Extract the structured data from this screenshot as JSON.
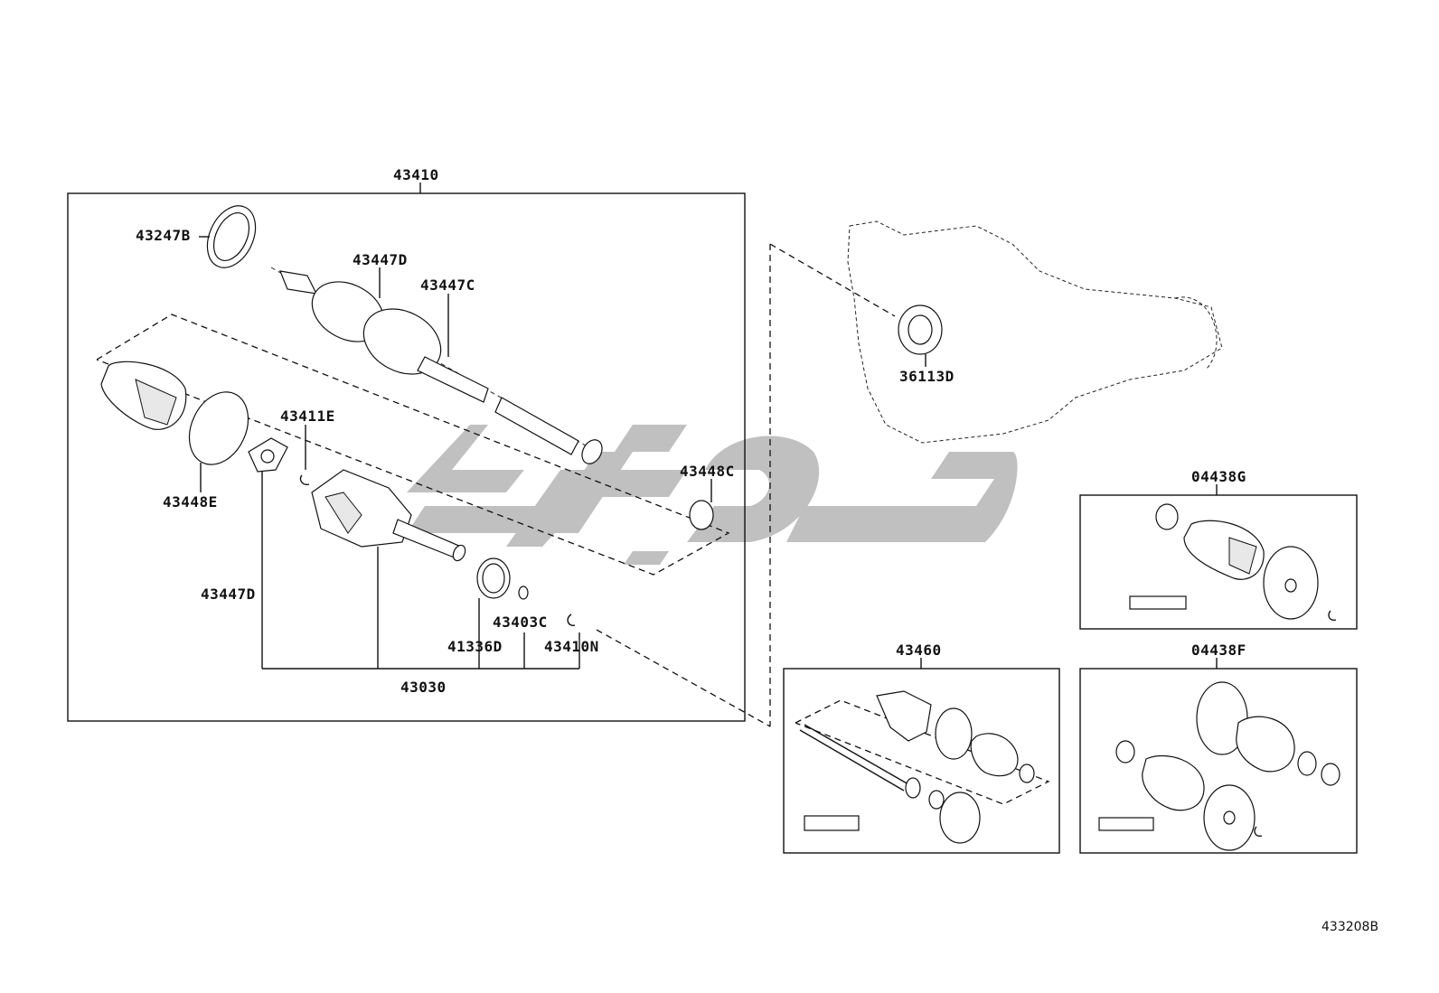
{
  "diagram": {
    "labels": {
      "main_assembly": "43410",
      "boot_ring": "43247B",
      "joint_d_top": "43447D",
      "joint_c": "43447C",
      "snap_ring": "43411E",
      "clamp_e": "43448E",
      "clamp_c": "43448C",
      "joint_d_left": "43447D",
      "seal_c": "43403C",
      "seal_d": "41336D",
      "seal_n": "43410N",
      "inner_joint": "43030",
      "bearing": "36113D",
      "kit_g": "04438G",
      "kit_f": "04438F",
      "outer_assembly": "43460",
      "figure_code": "433208B"
    },
    "watermark_color": "#bdbdbd"
  }
}
